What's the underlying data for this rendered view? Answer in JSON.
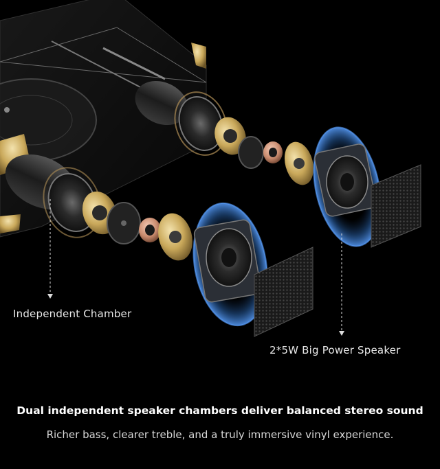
{
  "callouts": {
    "independent_chamber": "Independent Chamber",
    "speaker": "2*5W Big Power Speaker"
  },
  "caption": {
    "headline": "Dual independent speaker chambers deliver balanced stereo sound",
    "subline": "Richer bass, clearer treble, and a truly immersive vinyl experience."
  },
  "colors": {
    "background": "#000000",
    "brass": "#c9a85a",
    "glow_blue": "#3c7fd0",
    "copper": "#c98b6e",
    "grille": "#2a2a2a"
  }
}
